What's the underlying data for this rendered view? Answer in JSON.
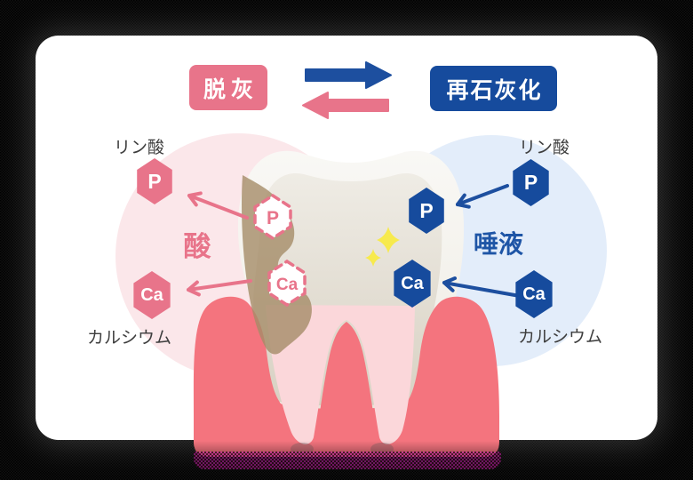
{
  "header": {
    "demineralization": "脱灰",
    "remineralization": "再石灰化"
  },
  "acid_side": {
    "phosphate_label": "リン酸",
    "calcium_label": "カルシウム",
    "zone_label": "酸",
    "hex_p": "P",
    "hex_ca": "Ca"
  },
  "saliva_side": {
    "phosphate_label": "リン酸",
    "calcium_label": "カルシウム",
    "zone_label": "唾液",
    "hex_p": "P",
    "hex_ca": "Ca"
  },
  "tooth": {
    "dissolving_p": "P",
    "dissolving_ca": "Ca",
    "restored_p": "P",
    "restored_ca": "Ca"
  },
  "colors": {
    "pink_accent": "#E8748A",
    "blue_accent": "#164B9D",
    "acid_circle": "#FBE7EA",
    "saliva_circle": "#E3EDFA",
    "gum_red": "#F4747E",
    "root_pink": "#FBD7DA",
    "decay_tan": "#A58C68",
    "sparkle_yellow": "#F7EA4D"
  }
}
